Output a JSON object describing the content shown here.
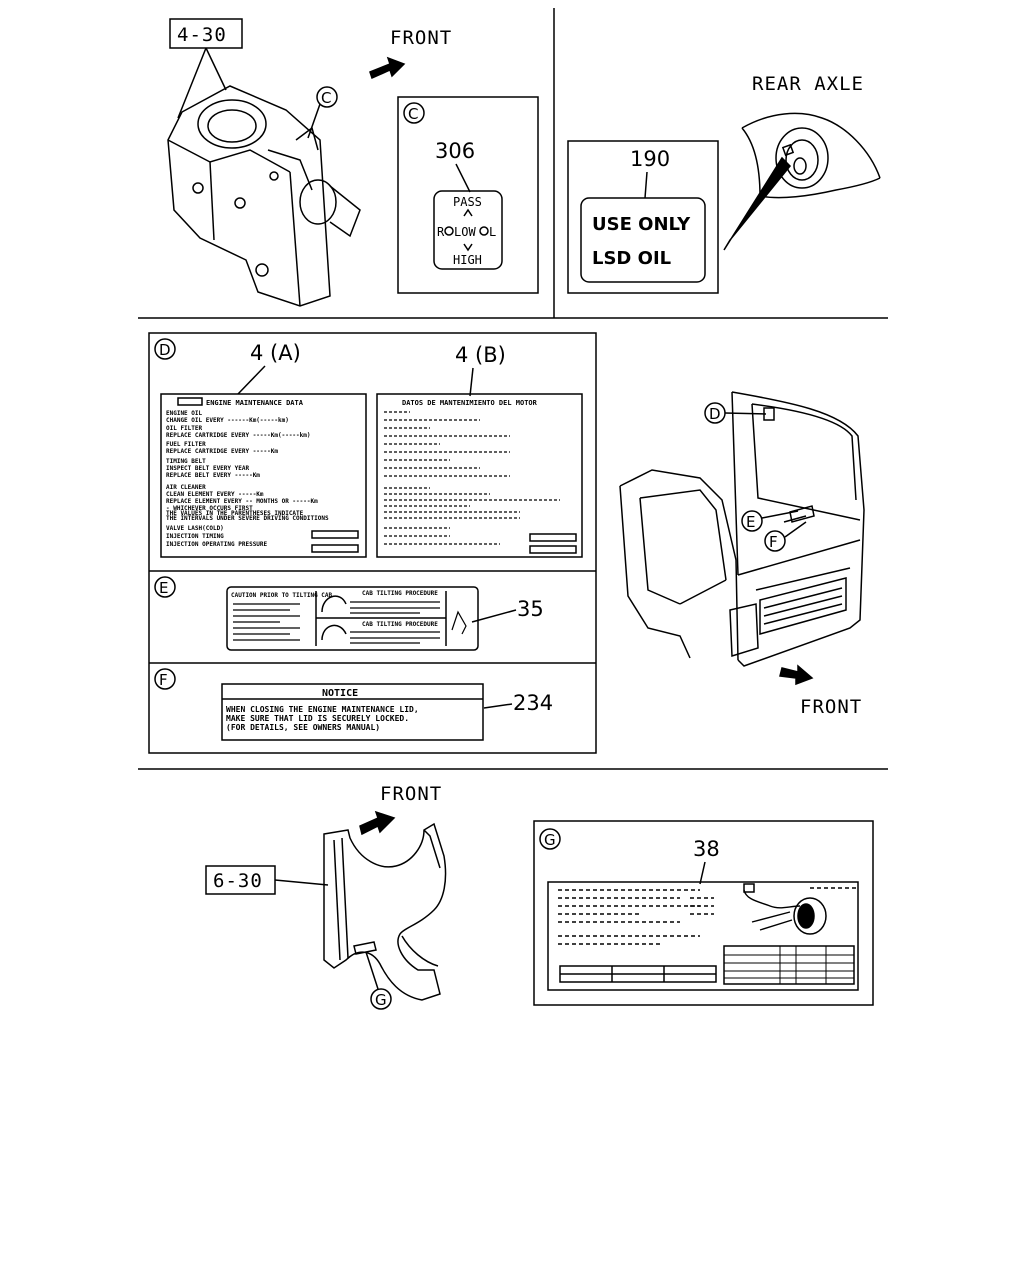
{
  "top_left": {
    "ref": "4-30",
    "front": "FRONT",
    "callout": "C"
  },
  "panel_c": {
    "letter": "C",
    "part_no": "306",
    "label": {
      "pass": "PASS",
      "low": "LOW",
      "high": "HIGH",
      "r": "R",
      "l": "L"
    }
  },
  "rear_axle": {
    "title": "REAR AXLE",
    "part_no": "190",
    "line1": "USE ONLY",
    "line2": "LSD OIL"
  },
  "panel_d": {
    "letter": "D",
    "a_no": "4 (A)",
    "b_no": "4 (B)",
    "a_title": "ENGINE MAINTENANCE DATA",
    "a_lines": [
      "ENGINE OIL",
      "CHANGE OIL EVERY ------Km(-----km)",
      "OIL FILTER",
      "REPLACE CARTRIDGE EVERY -----Km(-----km)",
      "FUEL FILTER",
      "REPLACE CARTRIDGE EVERY -----Km",
      "TIMING BELT",
      "INSPECT BELT EVERY YEAR",
      "REPLACE BELT EVERY -----Km",
      "AIR CLEANER",
      "CLEAN ELEMENT EVERY -----Km",
      "REPLACE ELEMENT EVERY -- MONTHS OR -----Km",
      "- WHICHEVER OCCURS FIRST",
      "THE VALUES IN THE PARENTHESES INDICATE",
      "THE INTERVALS UNDER SEVERE DRIVING CONDITIONS",
      "VALVE LASH(COLD)",
      "INJECTION TIMING",
      "INJECTION OPERATING PRESSURE"
    ],
    "b_title": "DATOS DE MANTENIMIENTO DEL MOTOR"
  },
  "panel_e": {
    "letter": "E",
    "part_no": "35",
    "left_title": "CAUTION PRIOR TO TILTING CAB",
    "right_title1": "CAB TILTING PROCEDURE",
    "right_title2": "CAB TILTING PROCEDURE"
  },
  "panel_f": {
    "letter": "F",
    "part_no": "234",
    "title": "NOTICE",
    "lines": [
      "WHEN CLOSING THE ENGINE MAINTENANCE LID,",
      "MAKE SURE THAT LID IS SECURELY LOCKED.",
      "(FOR DETAILS, SEE OWNERS MANUAL)"
    ]
  },
  "cab": {
    "callouts": [
      "D",
      "E",
      "F"
    ],
    "front": "FRONT"
  },
  "bottom_left": {
    "front": "FRONT",
    "ref": "6-30",
    "callout": "G"
  },
  "panel_g": {
    "letter": "G",
    "part_no": "38"
  }
}
